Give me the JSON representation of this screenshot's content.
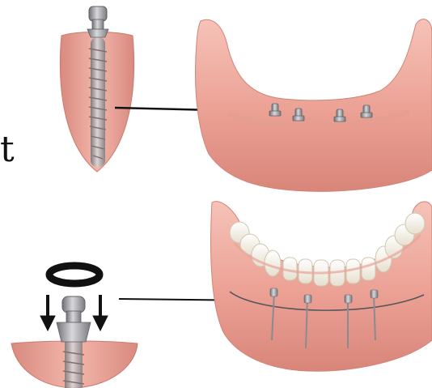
{
  "fragment_text": "t",
  "colors": {
    "gum_light": "#f2b0a6",
    "gum_mid": "#e28f84",
    "gum_dark": "#c96e63",
    "metal_light": "#c9c9cc",
    "metal_dark": "#7c7d82",
    "tooth": "#f3efe4",
    "ring": "#111111",
    "arrow": "#111111"
  },
  "panels": [
    "implant-in-bone-section",
    "lower-jaw-with-four-abutments",
    "abutment-with-o-ring",
    "overdenture-on-implants"
  ]
}
